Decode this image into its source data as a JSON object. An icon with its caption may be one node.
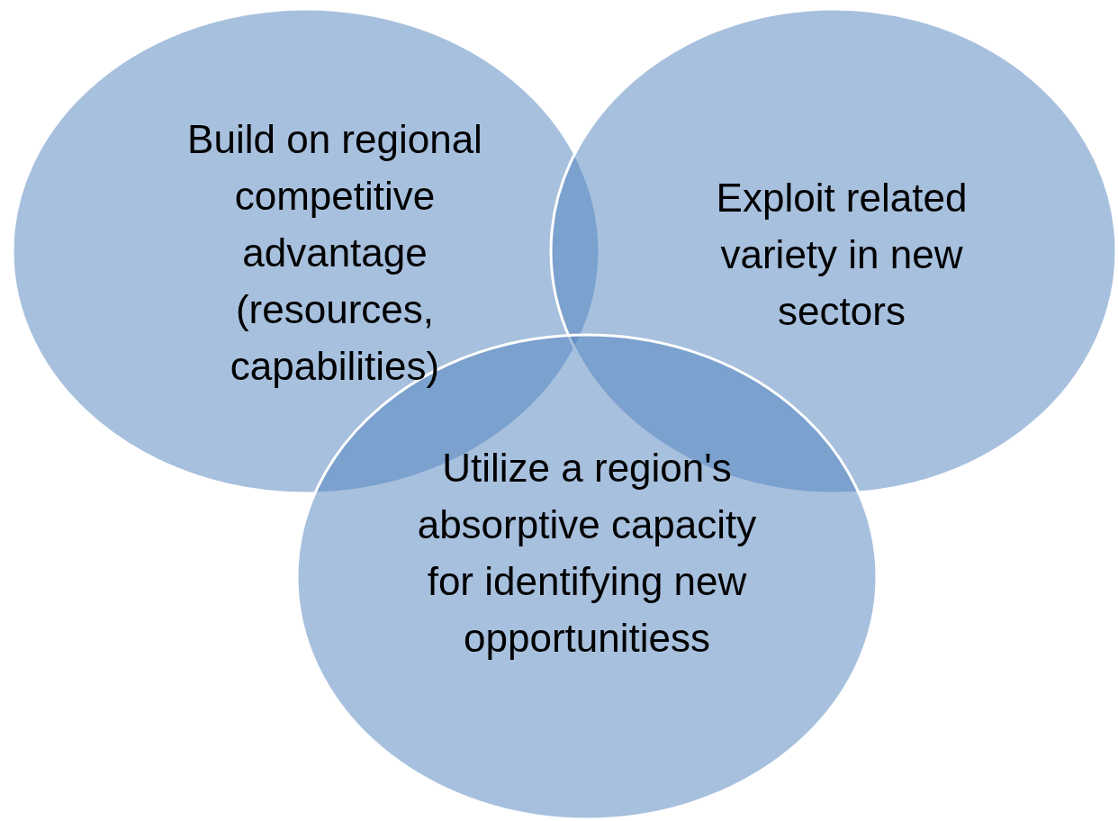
{
  "diagram": {
    "nodes": [
      {
        "text": [
          "Build on regional competitive advantage (resources, capabilities)"
        ]
      },
      {
        "text": [
          "Exploit related variety in new sectors"
        ]
      },
      {
        "text": [
          "Utilize a region's absorptive capacity for identifying new opportunitiess"
        ]
      }
    ],
    "edges": []
  }
}
